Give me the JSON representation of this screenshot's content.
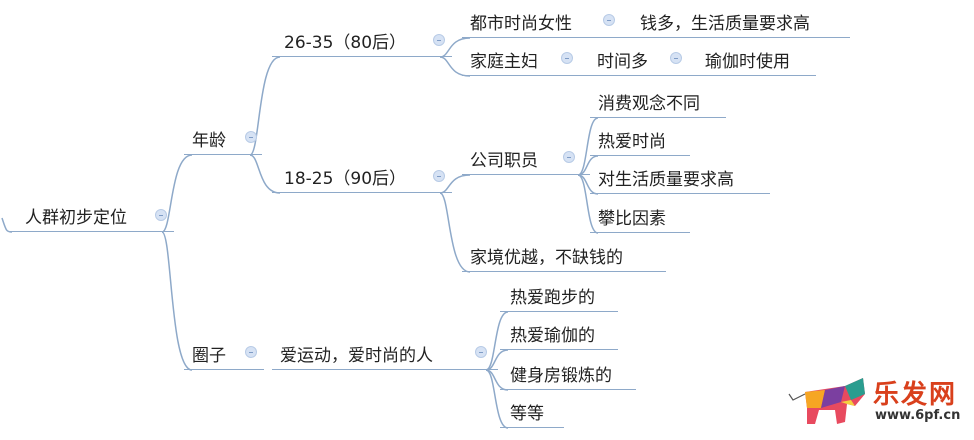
{
  "root": "人群初步定位",
  "age": {
    "label": "年龄",
    "g80": {
      "label": "26-35（80后）",
      "urban": {
        "label": "都市时尚女性",
        "child": "钱多，生活质量要求高"
      },
      "housewife": {
        "label": "家庭主妇",
        "child": "时间多",
        "grandchild": "瑜伽时使用"
      }
    },
    "g90": {
      "label": "18-25（90后）",
      "staff": {
        "label": "公司职员",
        "children": [
          "消费观念不同",
          "热爱时尚",
          "对生活质量要求高",
          "攀比因素"
        ]
      },
      "rich": "家境优越，不缺钱的"
    }
  },
  "circle": {
    "label": "圈子",
    "people": {
      "label": "爱运动，爱时尚的人",
      "children": [
        "热爱跑步的",
        "热爱瑜伽的",
        "健身房锻炼的",
        "等等"
      ]
    }
  },
  "watermark": {
    "name": "乐发网",
    "url": "www.6pf.cn"
  }
}
